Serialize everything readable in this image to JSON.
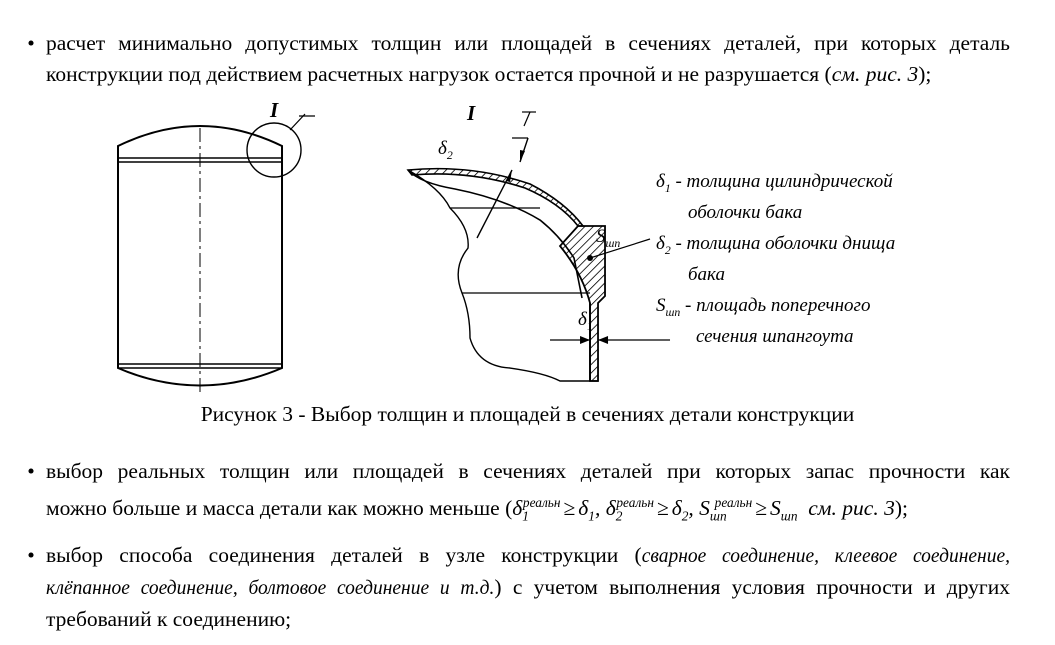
{
  "paragraphs": {
    "p1": {
      "bullet": "•",
      "line1": "расчет минимально допустимых толщин или площадей в сечениях деталей, при которых деталь",
      "line2_text": "конструкции под действием расчетных нагрузок остается прочной и не разрушается (",
      "line2_ref": "см. рис. 3",
      "line2_end": ");"
    },
    "p2": {
      "bullet": "•",
      "line1": "выбор реальных толщин или площадей в сечениях деталей при которых запас прочности как",
      "line2_text": "можно больше и масса детали как можно меньше (",
      "math": {
        "d": "δ",
        "sub1": "1",
        "sub2": "2",
        "sup": "реальн",
        "ge": "≥",
        "S": "S",
        "sub_s": "шп"
      },
      "line2_ref": "см. рис. 3",
      "line2_end": ");"
    },
    "p3": {
      "bullet": "•",
      "line1_text": "выбор способа соединения деталей в узле конструкции (",
      "line1_italic": "сварное соединение, клеевое соединение,",
      "line2_italic": "клёпанное соединение, болтовое соединение и т.д.",
      "line2_text": ") с учетом выполнения условия прочности и других",
      "line3": "требований к соединению;"
    }
  },
  "figure": {
    "callout_I_left": "I",
    "callout_I_right": "I",
    "delta": "δ",
    "sub1": "1",
    "sub2": "2",
    "s_symbol": "S",
    "s_sub": "шп",
    "legend": [
      {
        "sym": "δ",
        "sub": "1",
        "text": " - толщина цилиндрической",
        "cont": "оболочки бака"
      },
      {
        "sym": "δ",
        "sub": "2",
        "text": " - толщина оболочки днища",
        "cont": "бака"
      },
      {
        "sym": "S",
        "sub": "шп",
        "text": " - площадь поперечного",
        "cont": "сечения шпангоута"
      }
    ],
    "caption": "Рисунок 3 - Выбор толщин и площадей в сечениях детали конструкции"
  }
}
